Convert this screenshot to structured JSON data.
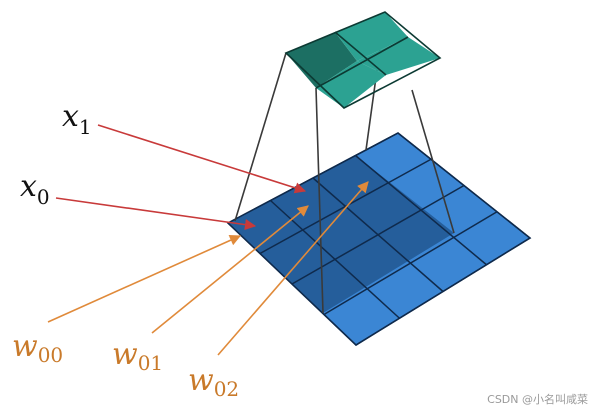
{
  "labels": {
    "x1": {
      "base": "x",
      "sub": "1"
    },
    "x0": {
      "base": "x",
      "sub": "0"
    },
    "w00": {
      "base": "w",
      "sub": "00"
    },
    "w01": {
      "base": "w",
      "sub": "01"
    },
    "w02": {
      "base": "w",
      "sub": "02"
    }
  },
  "watermark": "CSDN @小名叫咸菜",
  "input_grid": {
    "rows": 4,
    "cols": 4
  },
  "output_grid": {
    "rows": 2,
    "cols": 2
  },
  "colors": {
    "input_light": "#3b86d4",
    "input_dark": "#245c98",
    "input_lines": "#0f2a4c",
    "output_light": "#2ca292",
    "output_dark": "#1c6f63",
    "output_lines": "#0c3a33",
    "projection_lines": "#3a3a3a",
    "x_arrows": "#c83a3a",
    "w_arrows": "#e08a3a",
    "w_text": "#c97a2a",
    "x_text": "#111111",
    "watermark": "#9a9a9a"
  }
}
